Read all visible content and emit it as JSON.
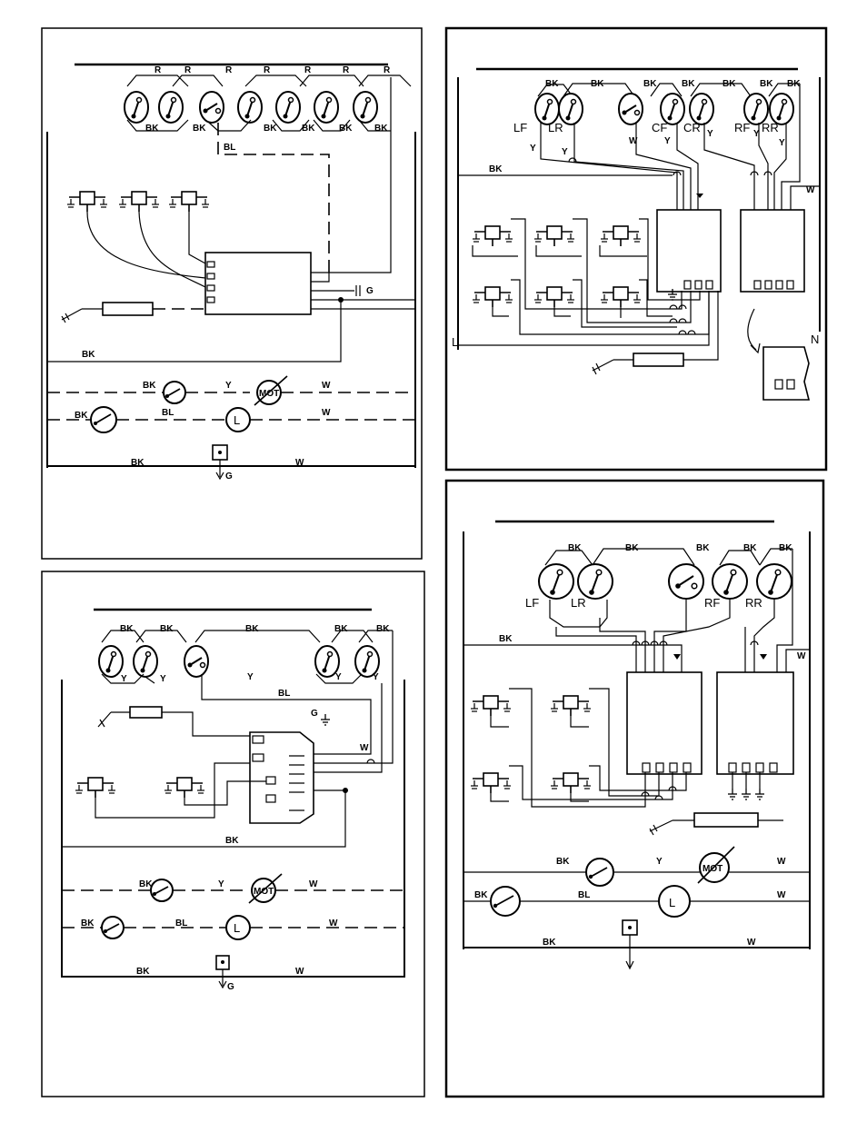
{
  "wire_colors": {
    "black": "BK",
    "red": "R",
    "blue": "BL",
    "yellow": "Y",
    "white": "W"
  },
  "ground_mark": "G",
  "neutral_mark": "N",
  "line_mark": "L",
  "motor_mark": "MOT",
  "lamp_mark": "L",
  "burner_labels": {
    "lf": "LF",
    "lr": "LR",
    "cf": "CF",
    "cr": "CR",
    "rf": "RF",
    "rr": "RR"
  },
  "colors": {
    "ink": "#000000",
    "paper": "#ffffff"
  }
}
